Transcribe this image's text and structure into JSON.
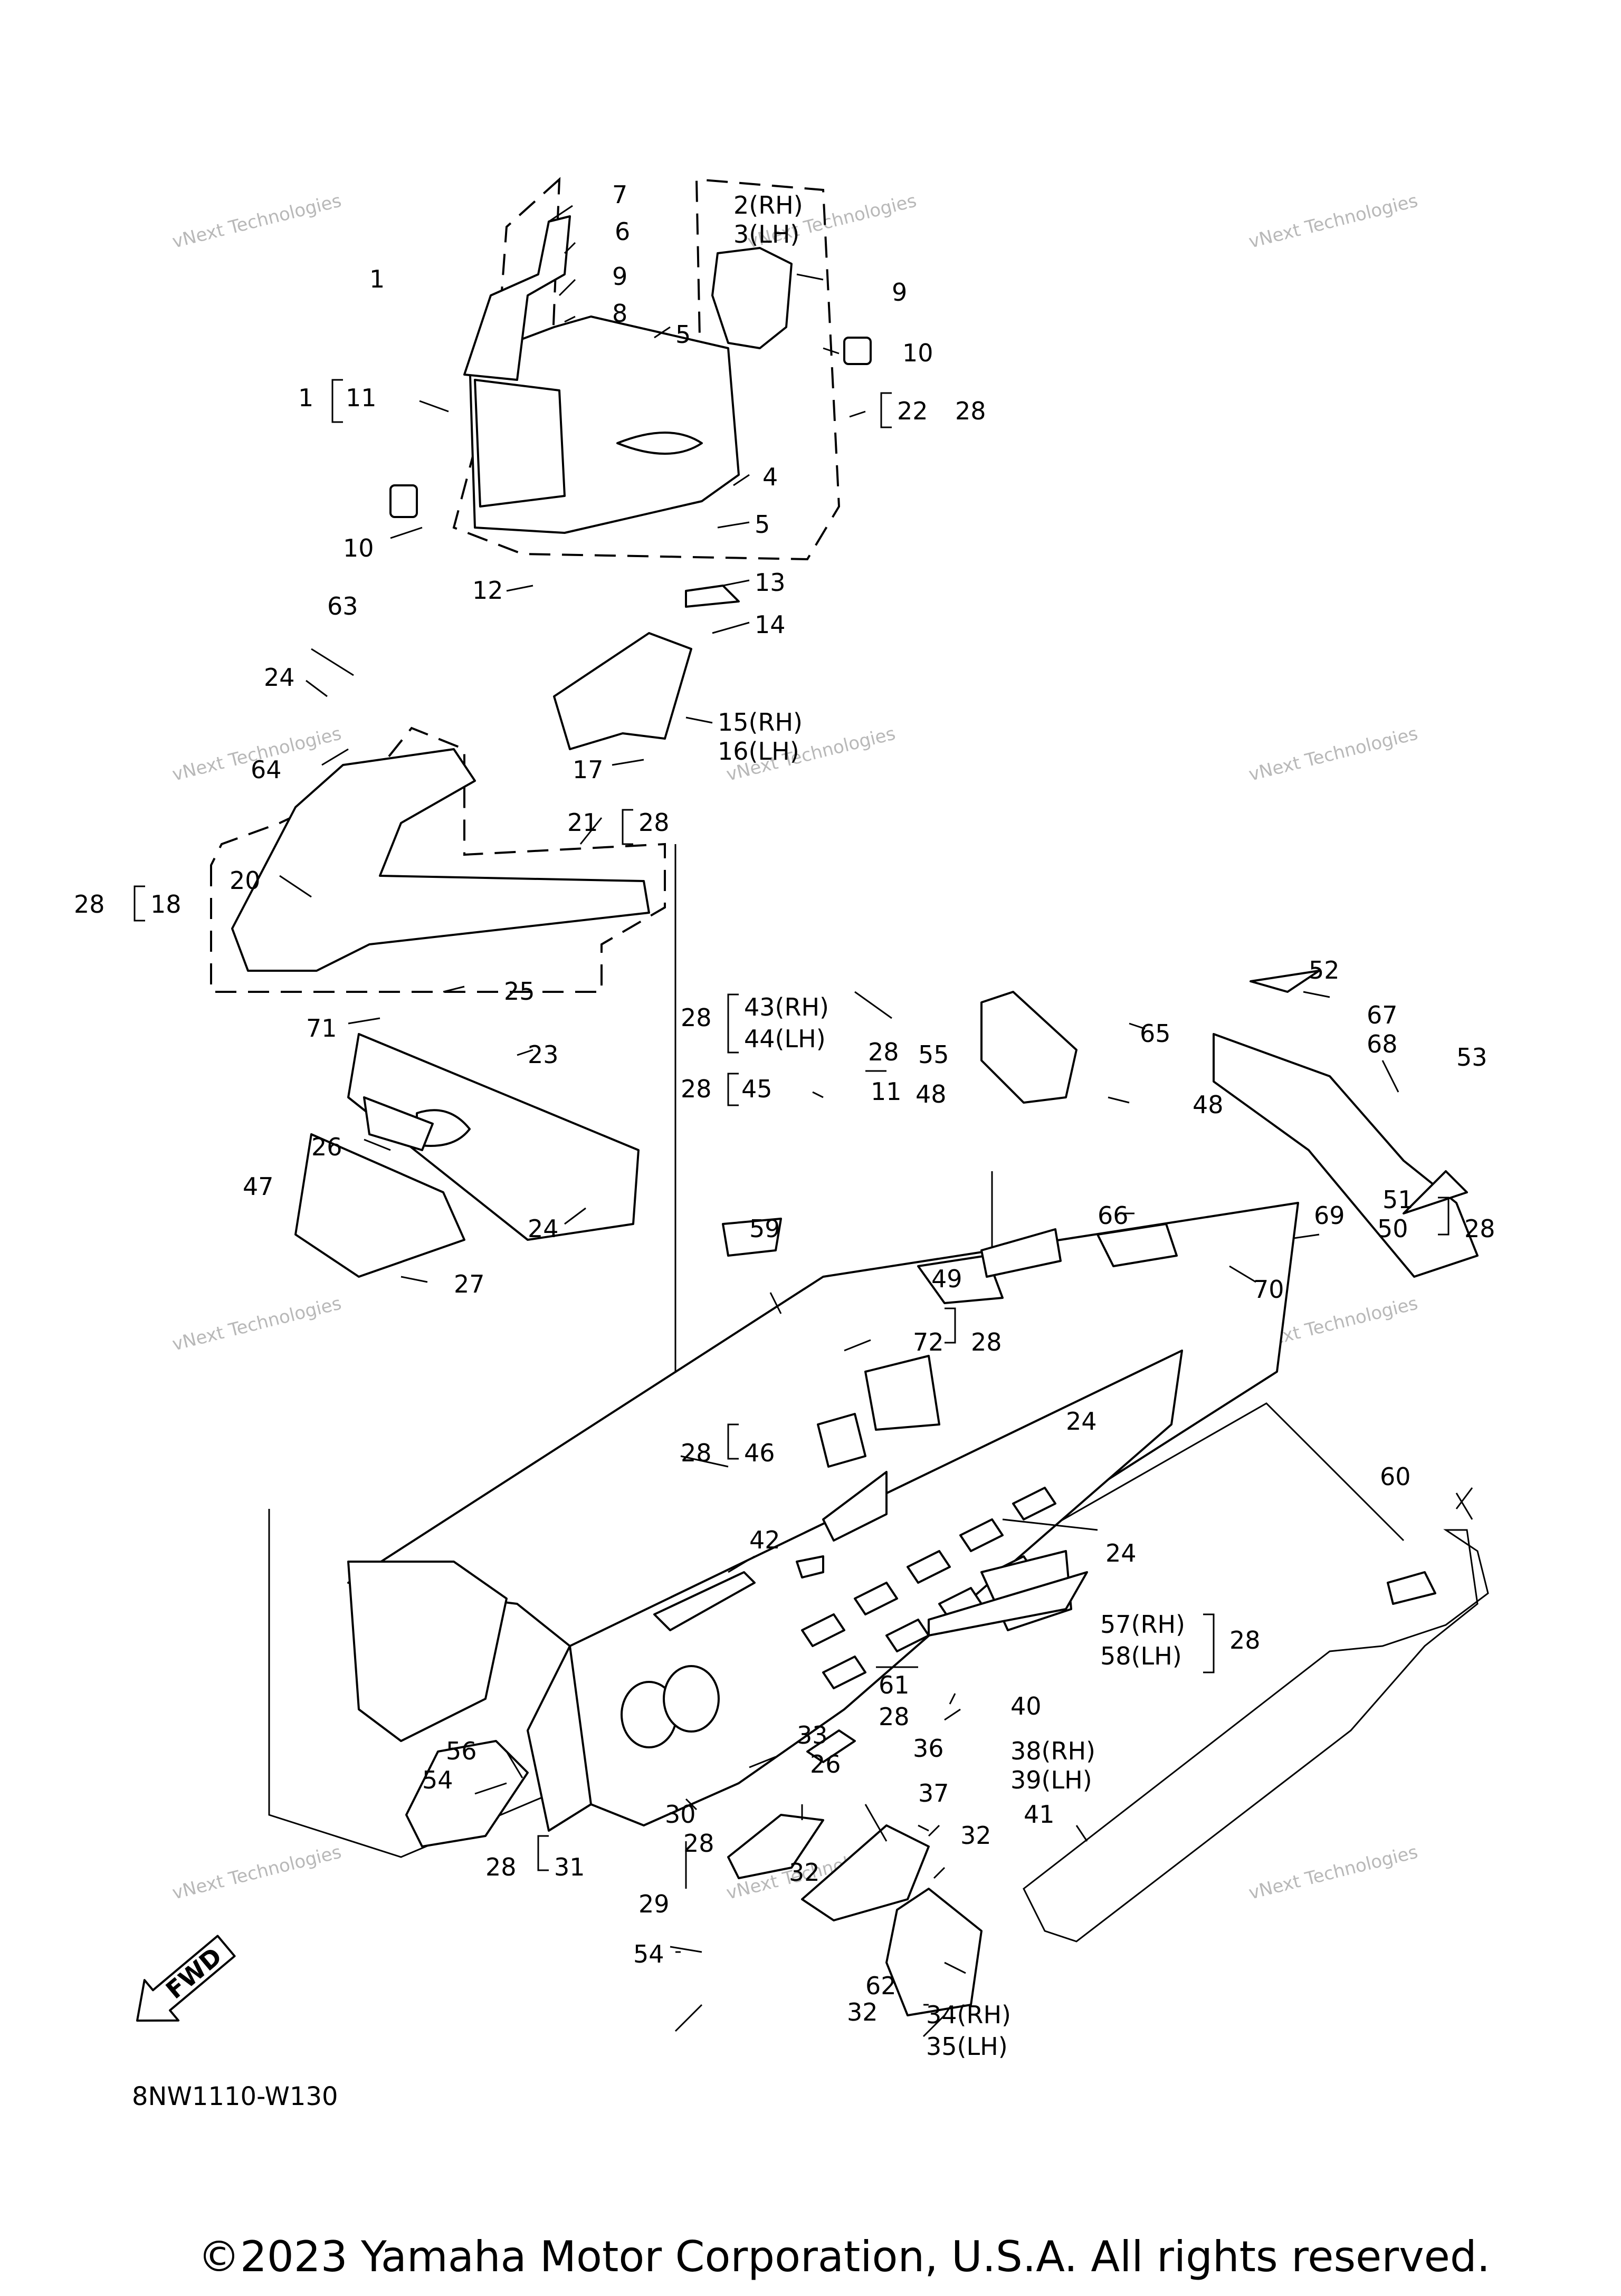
{
  "watermark": "vNext Technologies",
  "fwd_label": "FWD",
  "diagram_code": "8NW1110-W130",
  "copyright": "©2023 Yamaha Motor Corporation, U.S.A. All rights reserved.",
  "labels": {
    "l7": "7",
    "l6": "6",
    "l1a": "1",
    "l9a": "9",
    "l8": "8",
    "l5a": "5",
    "l2": "2(RH)",
    "l3": "3(LH)",
    "l9b": "9",
    "l10a": "10",
    "l22": "22",
    "l28a": "28",
    "l1b": "1",
    "l11a": "11",
    "l4": "4",
    "l5b": "5",
    "l10b": "10",
    "l12": "12",
    "l13": "13",
    "l14": "14",
    "l63": "63",
    "l24a": "24",
    "l15": "15(RH)",
    "l16": "16(LH)",
    "l17": "17",
    "l64": "64",
    "l21": "21",
    "l28b": "28",
    "l20": "20",
    "l28c": "28",
    "l18": "18",
    "l25": "25",
    "l71": "71",
    "l23": "23",
    "l26a": "26",
    "l47": "47",
    "l24b": "24",
    "l27": "27",
    "l28d": "28",
    "l43": "43(RH)",
    "l44": "44(LH)",
    "l28e": "28",
    "l11b": "11",
    "l55": "55",
    "l65": "65",
    "l48a": "48",
    "l28f": "28",
    "l45": "45",
    "l48b": "48",
    "l52": "52",
    "l67": "67",
    "l68": "68",
    "l53": "53",
    "l66": "66",
    "l69": "69",
    "l51": "51",
    "l50": "50",
    "l28g": "28",
    "l59": "59",
    "l49": "49",
    "l70": "70",
    "l72": "72",
    "l28h": "28",
    "l24c": "24",
    "l28i": "28",
    "l46": "46",
    "l60": "60",
    "l42": "42",
    "l24d": "24",
    "l57": "57(RH)",
    "l58": "58(LH)",
    "l28j": "28",
    "l61": "61",
    "l28k": "28",
    "l40": "40",
    "l33": "33",
    "l36": "36",
    "l38": "38(RH)",
    "l39": "39(LH)",
    "l56": "56",
    "l26b": "26",
    "l54a": "54",
    "l37": "37",
    "l30": "30",
    "l28l": "28",
    "l41": "41",
    "l32a": "32",
    "l28m": "28",
    "l31": "31",
    "l32b": "32",
    "l29": "29",
    "l54b": "54",
    "l62": "62",
    "l32c": "32",
    "l34": "34(RH)",
    "l35": "35(LH)"
  }
}
